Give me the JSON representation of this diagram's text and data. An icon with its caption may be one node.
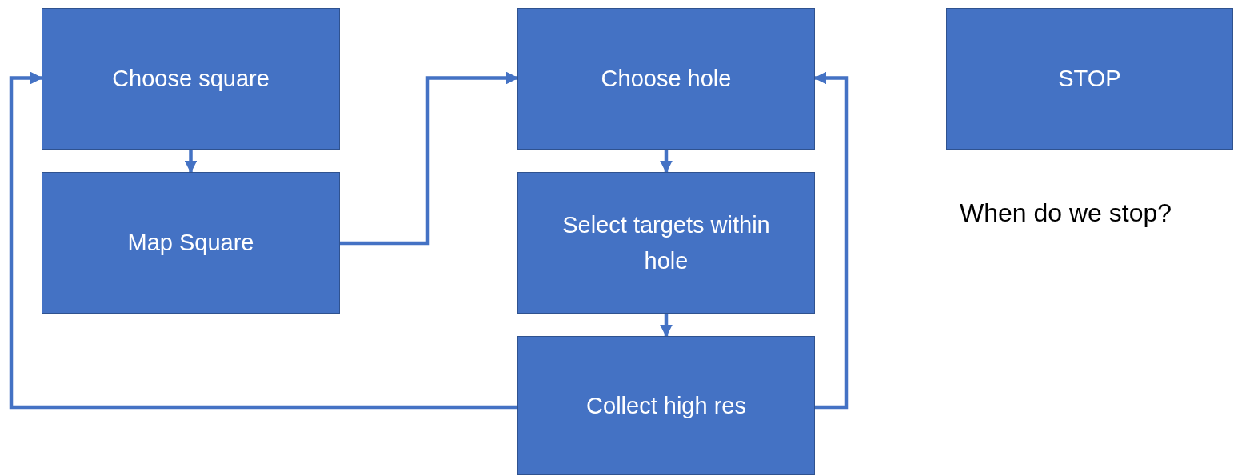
{
  "diagram": {
    "nodes": [
      {
        "text": [
          "Choose square"
        ]
      },
      {
        "text": [
          "Map Square"
        ]
      },
      {
        "text": [
          "Choose hole"
        ]
      },
      {
        "text": [
          "Select targets within hole"
        ]
      },
      {
        "text": [
          "Collect high res"
        ]
      },
      {
        "text": [
          "STOP"
        ]
      }
    ],
    "edges": [
      {
        "from": 0,
        "to": 1,
        "arrow": "to"
      },
      {
        "from": 1,
        "to": 2,
        "arrow": "to"
      },
      {
        "from": 2,
        "to": 3,
        "arrow": "to"
      },
      {
        "from": 3,
        "to": 4,
        "arrow": "to"
      },
      {
        "from": 4,
        "to": 0,
        "arrow": "to"
      },
      {
        "from": 4,
        "to": 2,
        "arrow": "to"
      }
    ],
    "labels": [
      "When do we stop?"
    ]
  }
}
